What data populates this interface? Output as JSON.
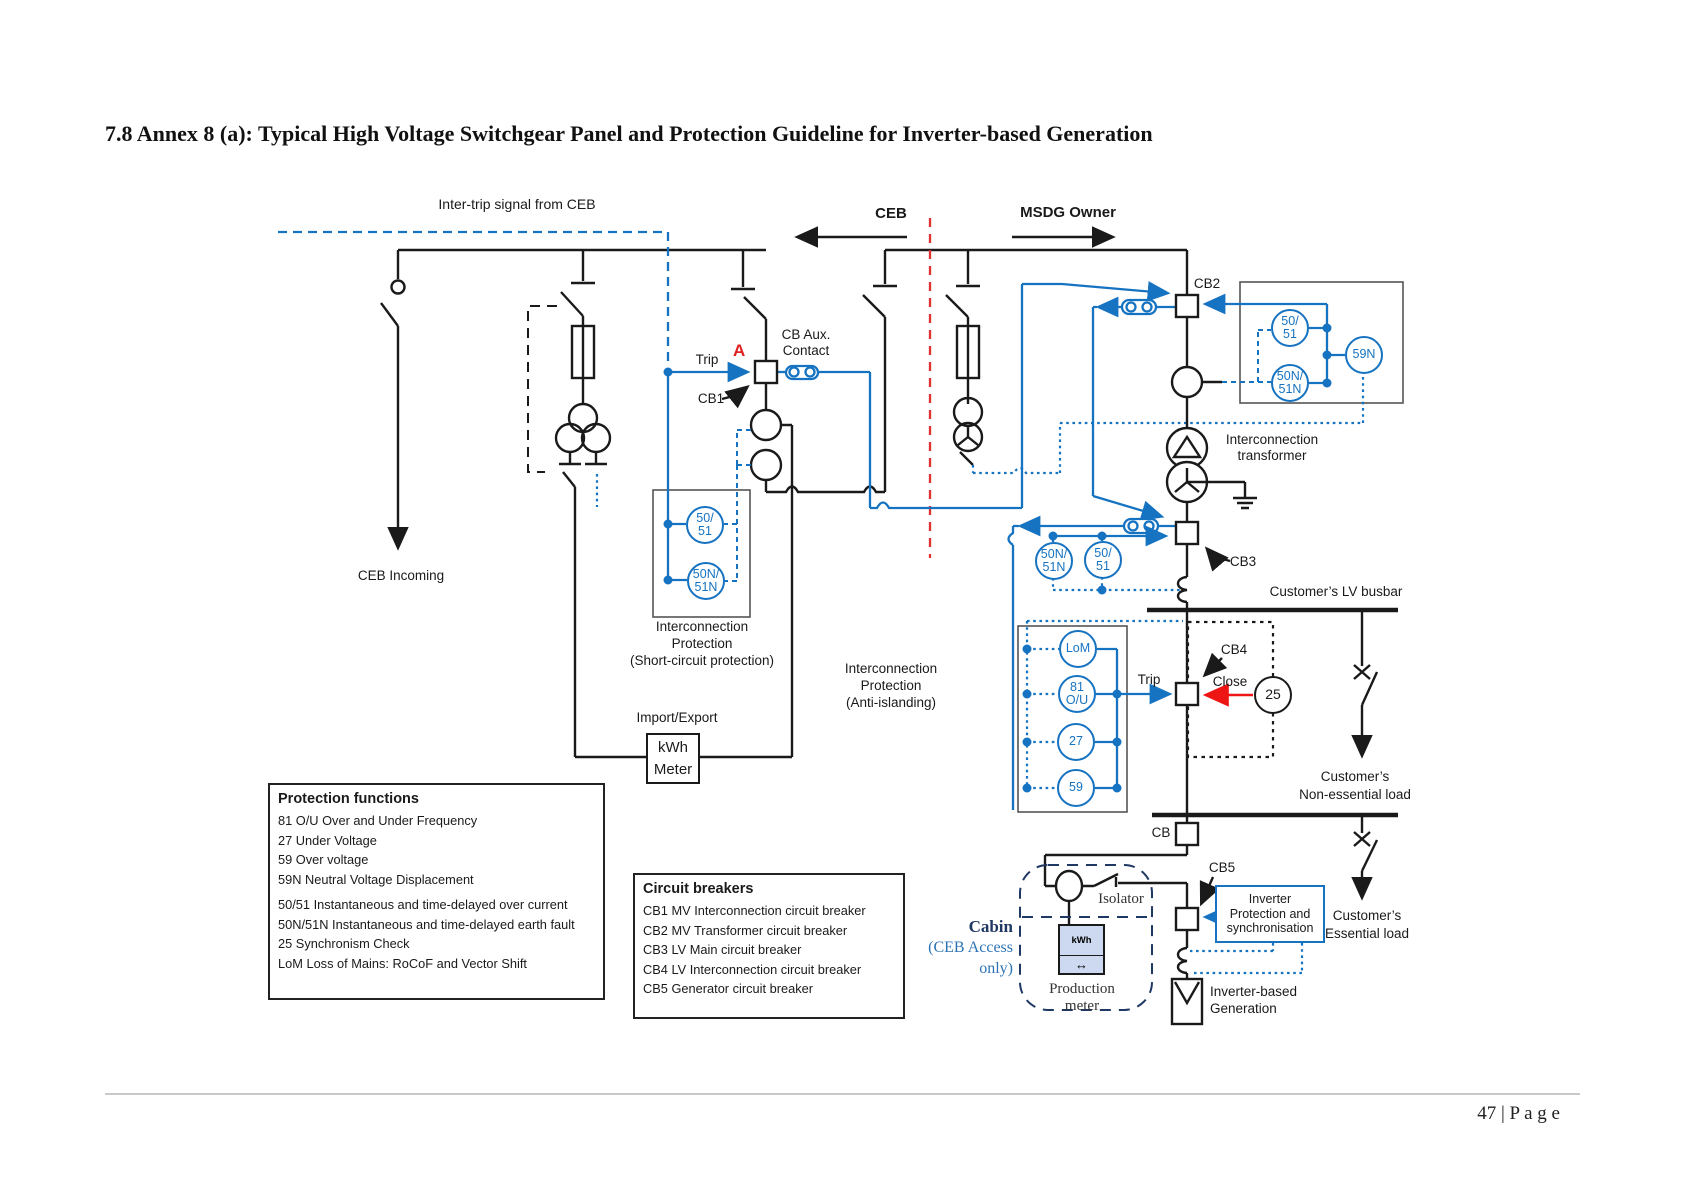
{
  "page": {
    "title": "7.8 Annex 8 (a): Typical High Voltage Switchgear Panel and Protection Guideline for Inverter-based Generation",
    "footer": "47 | P a g e"
  },
  "labels": {
    "intertrip": "Inter-trip signal from CEB",
    "ceb": "CEB",
    "msdg": "MSDG Owner",
    "a_marker": "A",
    "trip": "Trip",
    "close": "Close",
    "cb_aux1": "CB Aux.",
    "cb_aux2": "Contact",
    "cb1": "CB1",
    "cb2": "CB2",
    "cb3": "CB3",
    "cb4": "CB4",
    "cb5": "CB5",
    "cb": "CB",
    "ceb_incoming": "CEB Incoming",
    "ic_tx1": "Interconnection",
    "ic_tx2": "transformer",
    "lv_busbar": "Customer’s LV busbar",
    "scp1": "Interconnection",
    "scp2": "Protection",
    "scp3": "(Short-circuit protection)",
    "ai1": "Interconnection",
    "ai2": "Protection",
    "ai3": "(Anti-islanding)",
    "import_export": "Import/Export",
    "kwh": "kWh",
    "meter": "Meter",
    "noness1": "Customer’s",
    "noness2": "Non-essential load",
    "ess1": "Customer’s",
    "ess2": "Essential load",
    "isolator": "Isolator",
    "cabin1": "Cabin",
    "cabin2": "(CEB Access",
    "cabin3": "only)",
    "prod1": "Production",
    "prod2": "meter",
    "pm_kwh": "kWh",
    "pm_arrow": "↔",
    "gen1": "Inverter-based",
    "gen2": "Generation",
    "inv1": "Inverter",
    "inv2": "Protection and",
    "inv3": "synchronisation"
  },
  "relays": {
    "oc1": "50/",
    "oc2": "51",
    "ef1": "50N/",
    "ef2": "51N",
    "nvd": "59N",
    "lom": "LoM",
    "f1": "81",
    "f2": "O/U",
    "uv": "27",
    "ov": "59",
    "sync": "25"
  },
  "protection_functions": {
    "title": "Protection functions",
    "items": [
      "81 O/U Over and Under Frequency",
      "27 Under Voltage",
      "59 Over voltage",
      "59N Neutral Voltage Displacement",
      "50/51 Instantaneous and time-delayed over current",
      "50N/51N Instantaneous and time-delayed earth fault",
      "25 Synchronism Check",
      "LoM Loss of Mains: RoCoF and Vector Shift"
    ]
  },
  "circuit_breakers": {
    "title": "Circuit breakers",
    "items": [
      "CB1 MV Interconnection circuit breaker",
      "CB2 MV Transformer circuit breaker",
      "CB3 LV Main circuit breaker",
      "CB4 LV Interconnection circuit breaker",
      "CB5 Generator circuit breaker"
    ]
  },
  "colors": {
    "signal_blue": "#1673c1",
    "boundary_red": "#e03030",
    "close_red": "#ee1515",
    "cabin_navy": "#1f3864",
    "cabin_text_blue": "#2e74b5",
    "meter_fill": "#ccd9f0"
  }
}
